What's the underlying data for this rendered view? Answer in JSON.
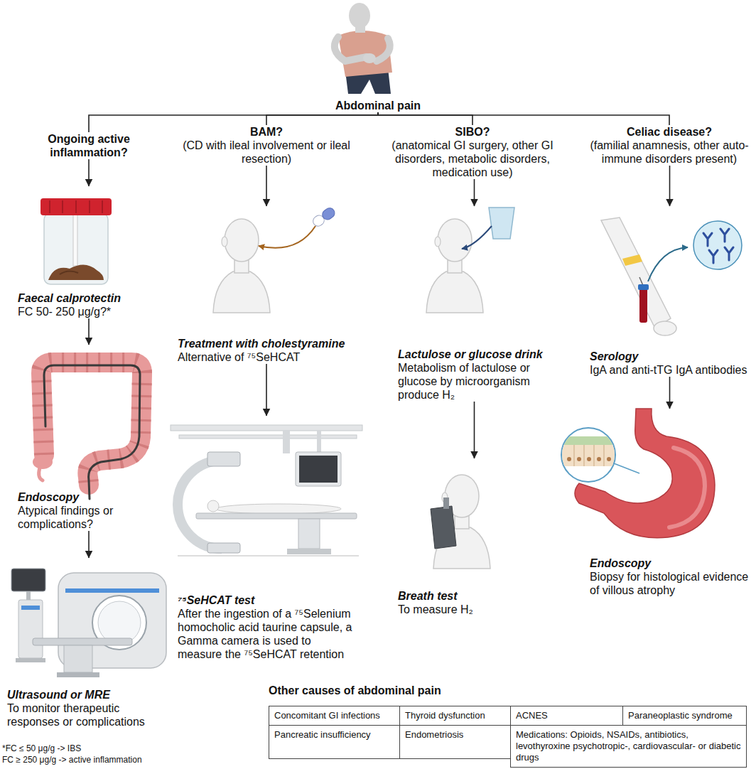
{
  "diagram": {
    "nodes": [
      {
        "text": [
          "Abdominal pain"
        ]
      },
      {
        "text": [
          "Ongoing active inflammation?"
        ]
      },
      {
        "text": [
          "BAM?",
          "(CD with ileal involvement or ileal resection)"
        ]
      },
      {
        "text": [
          "SIBO?",
          "(anatomical GI surgery, other GI disorders, metabolic disorders, medication use)"
        ]
      },
      {
        "text": [
          "Celiac disease?",
          "(familial anamnesis, other auto-immune disorders present)"
        ]
      },
      {
        "text": [
          "Faecal calprotectin",
          "FC 50- 250 μg/g?*"
        ]
      },
      {
        "text": [
          "Endoscopy",
          "Atypical findings or complications?"
        ]
      },
      {
        "text": [
          "Ultrasound or MRE",
          "To monitor therapeutic responses or complications"
        ]
      },
      {
        "text": [
          "Treatment with cholestyramine",
          "Alternative of ⁷⁵SeHCAT"
        ]
      },
      {
        "text": [
          "⁷⁵SeHCAT test",
          "After the ingestion of a ⁷⁵Selenium homocholic acid taurine capsule, a Gamma camera is used to measure the ⁷⁵SeHCAT retention"
        ]
      },
      {
        "text": [
          "Lactulose or glucose drink",
          "Metabolism of lactulose or glucose by microorganism produce H₂"
        ]
      },
      {
        "text": [
          "Breath test",
          "To measure H₂"
        ]
      },
      {
        "text": [
          "Serology",
          "IgA and anti-tTG IgA antibodies"
        ]
      },
      {
        "text": [
          "Endoscopy",
          "Biopsy for histological evidence of villous atrophy"
        ]
      }
    ],
    "edges": [
      {
        "from": 0,
        "to": 1,
        "arrow": "none"
      },
      {
        "from": 0,
        "to": 2,
        "arrow": "none"
      },
      {
        "from": 0,
        "to": 3,
        "arrow": "none"
      },
      {
        "from": 0,
        "to": 4,
        "arrow": "none"
      },
      {
        "from": 1,
        "to": 5,
        "arrow": "to"
      },
      {
        "from": 5,
        "to": 6,
        "arrow": "to"
      },
      {
        "from": 6,
        "to": 7,
        "arrow": "to"
      },
      {
        "from": 2,
        "to": 8,
        "arrow": "to"
      },
      {
        "from": 8,
        "to": 9,
        "arrow": "to"
      },
      {
        "from": 3,
        "to": 10,
        "arrow": "to"
      },
      {
        "from": 10,
        "to": 11,
        "arrow": "to"
      },
      {
        "from": 4,
        "to": 12,
        "arrow": "to"
      },
      {
        "from": 12,
        "to": 13,
        "arrow": "to"
      }
    ],
    "labels": [
      "Other causes of abdominal pain",
      "Concomitant GI infections",
      "Thyroid dysfunction",
      "ACNES",
      "Paraneoplastic syndrome",
      "Pancreatic insufficiency",
      "Endometriosis",
      "Medications: Opioids, NSAIDs, antibiotics, levothyroxine psychotropic-, cardiovascular- or diabetic drugs",
      "*FC ≤ 50 μg/g -> IBS",
      "FC ≥ 250 μg/g -> active inflammation"
    ]
  }
}
